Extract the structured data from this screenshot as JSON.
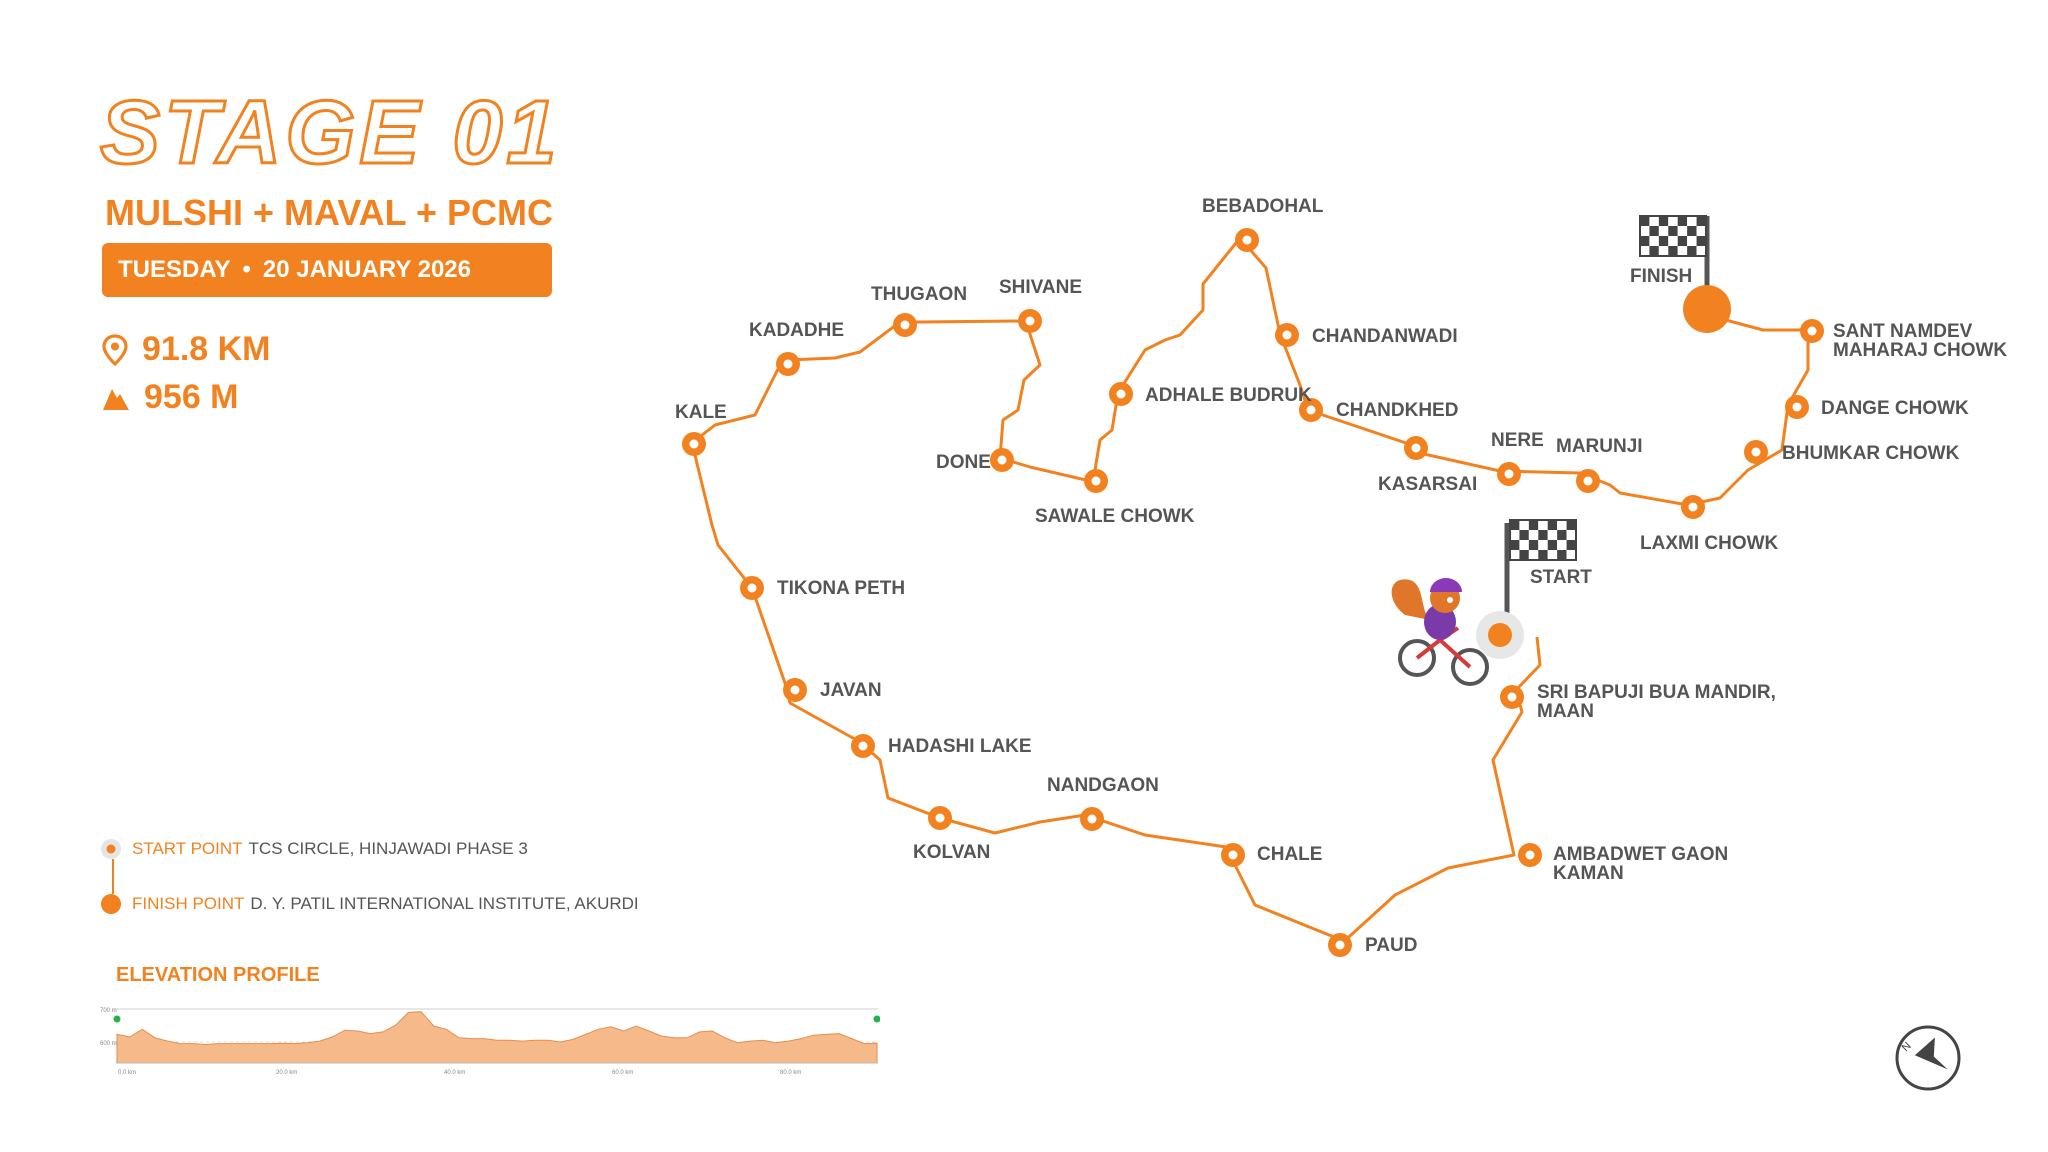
{
  "header": {
    "title": "STAGE 01",
    "subtitle": "MULSHI + MAVAL + PCMC",
    "day": "TUESDAY",
    "date": "20 JANUARY 2026"
  },
  "stats": {
    "distance": "91.8 KM",
    "elevation_gain": "956 M",
    "icons": [
      "location-pin-icon",
      "mountain-icon"
    ]
  },
  "legend": {
    "start_label": "START POINT",
    "start_value": "TCS CIRCLE, HINJAWADI PHASE 3",
    "finish_label": "FINISH POINT",
    "finish_value": "D. Y. PATIL INTERNATIONAL INSTITUTE, AKURDI"
  },
  "elevation_profile": {
    "title": "ELEVATION PROFILE",
    "y_ticks": [
      "700 m",
      "600 m"
    ],
    "x_ticks": [
      "0.0 km",
      "20.0 km",
      "40.0 km",
      "60.0 km",
      "80.0 km"
    ],
    "profile_m": [
      628,
      622,
      640,
      620,
      612,
      606,
      606,
      604,
      606,
      606,
      606,
      606,
      606,
      607,
      606,
      608,
      612,
      622,
      638,
      636,
      630,
      634,
      650,
      680,
      682,
      648,
      640,
      620,
      618,
      618,
      614,
      614,
      612,
      614,
      614,
      610,
      616,
      628,
      640,
      646,
      636,
      648,
      636,
      624,
      620,
      620,
      634,
      636,
      620,
      608,
      612,
      614,
      608,
      612,
      618,
      626,
      628,
      630,
      618,
      606,
      607
    ],
    "y_range_m": [
      560,
      705
    ]
  },
  "map": {
    "start_flag_label": "START",
    "finish_flag_label": "FINISH",
    "waypoints": [
      {
        "name": "SRI BAPUJI BUA MANDIR,",
        "name2": "MAAN"
      },
      {
        "name": "AMBADWET GAON",
        "name2": "KAMAN"
      },
      {
        "name": "PAUD"
      },
      {
        "name": "CHALE"
      },
      {
        "name": "NANDGAON"
      },
      {
        "name": "KOLVAN"
      },
      {
        "name": "HADASHI LAKE"
      },
      {
        "name": "JAVAN"
      },
      {
        "name": "TIKONA PETH"
      },
      {
        "name": "KALE"
      },
      {
        "name": "KADADHE"
      },
      {
        "name": "THUGAON"
      },
      {
        "name": "SHIVANE"
      },
      {
        "name": "DONE"
      },
      {
        "name": "SAWALE CHOWK"
      },
      {
        "name": "ADHALE BUDRUK"
      },
      {
        "name": "BEBADOHAL"
      },
      {
        "name": "CHANDANWADI"
      },
      {
        "name": "CHANDKHED"
      },
      {
        "name": "KASARSAI"
      },
      {
        "name": "NERE"
      },
      {
        "name": "MARUNJI"
      },
      {
        "name": "LAXMI CHOWK"
      },
      {
        "name": "BHUMKAR CHOWK"
      },
      {
        "name": "DANGE CHOWK"
      },
      {
        "name": "SANT NAMDEV",
        "name2": "MAHARAJ CHOWK"
      }
    ]
  },
  "colors": {
    "accent": "#f2821f",
    "text_grey": "#555555",
    "elevation_fill": "#f5b98a",
    "endpoint_green": "#22b14c"
  },
  "compass": {
    "icon": "compass-north-arrow-icon"
  }
}
